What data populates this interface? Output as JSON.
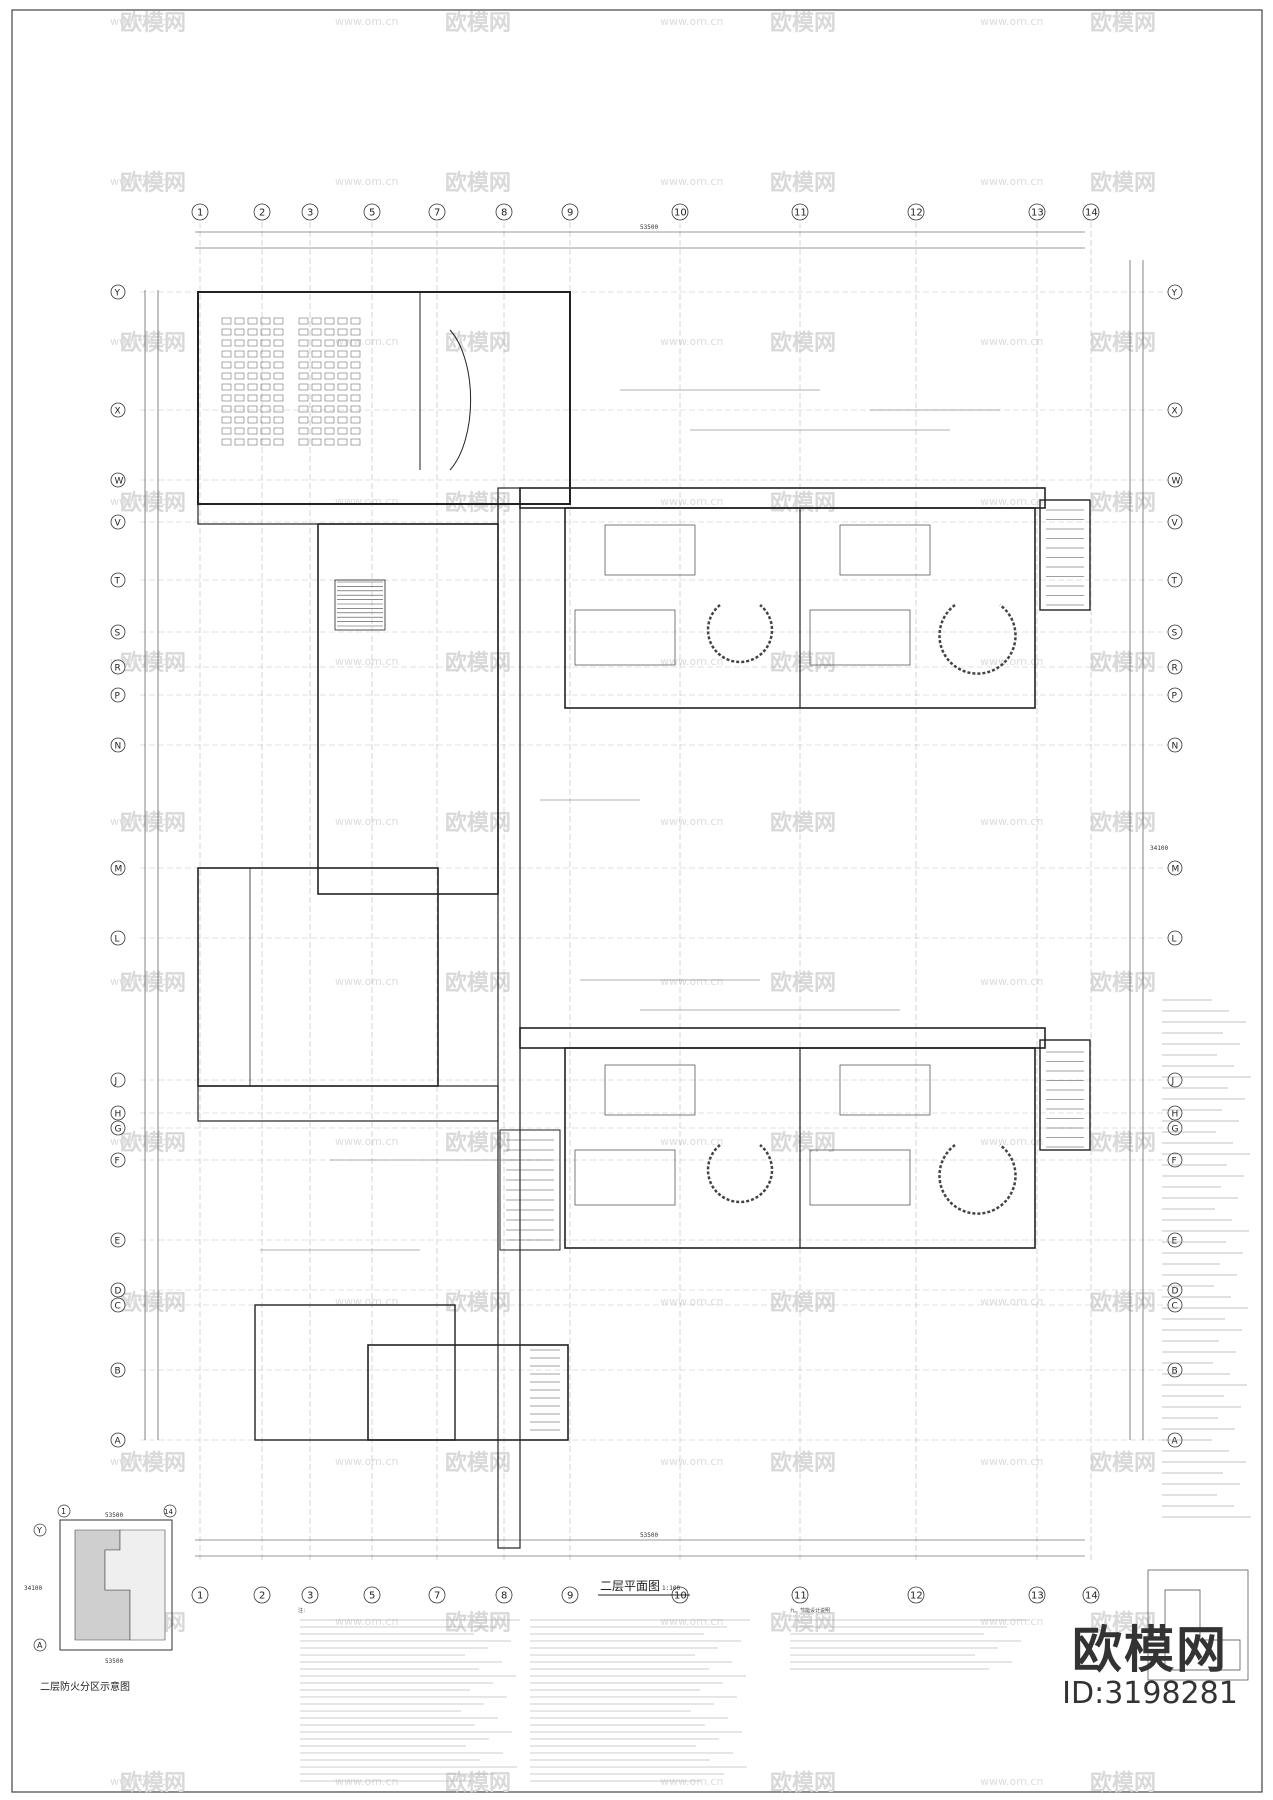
{
  "watermark": {
    "text": "欧模网",
    "url": "www.om.cn"
  },
  "drawing": {
    "title": "二层平面图",
    "scale": "1:100",
    "inset_title": "二层防火分区示意图",
    "top_axes": [
      "1",
      "2",
      "3",
      "5",
      "7",
      "8",
      "9",
      "10",
      "11",
      "12",
      "13",
      "14"
    ],
    "left_axes": [
      "Y",
      "X",
      "W",
      "V",
      "T",
      "S",
      "R",
      "P",
      "N",
      "M",
      "L",
      "J",
      "H",
      "G",
      "F",
      "E",
      "D",
      "C",
      "B",
      "A"
    ],
    "inset_axes": {
      "top_left": "1",
      "top_right": "14",
      "left_top": "Y",
      "left_bottom": "A"
    },
    "inset_dims": [
      "53500",
      "53500",
      "34100"
    ],
    "overall_dims": {
      "horizontal": "53500",
      "vertical": "34100"
    },
    "notes_header": "注：",
    "notes_right_header": "九、节能设计说明"
  },
  "brand": {
    "logo": "欧模网",
    "id": "ID:3198281"
  }
}
